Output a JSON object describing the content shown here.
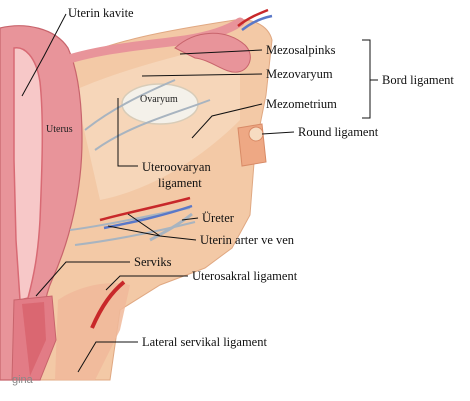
{
  "labels": {
    "uterin_kavite": "Uterin kavite",
    "mezosalpinks": "Mezosalpinks",
    "mezovaryum": "Mezovaryum",
    "bord_ligament": "Bord ligament",
    "ovaryum": "Ovaryum",
    "uterus": "Uterus",
    "mezometrium": "Mezometrium",
    "round_ligament": "Round ligament",
    "uteroovaryan_line1": "Uteroovaryan",
    "uteroovaryan_line2": "ligament",
    "ureter": "Üreter",
    "uterin_arter_ven": "Uterin arter ve ven",
    "serviks": "Serviks",
    "uterosakral_ligament": "Uterosakral ligament",
    "lateral_servikal_ligament": "Lateral servikal ligament"
  },
  "watermark": "gina",
  "colors": {
    "uterus_wall": "#e8949a",
    "uterus_dark": "#c8646c",
    "ligament": "#f3c9a6",
    "ligament_light": "#f7dcc2",
    "ovary": "#f4f1ea",
    "artery": "#c8282a",
    "vein": "#5a78c8",
    "vessel_grey": "#a8b4c0",
    "leader_line": "#111111"
  }
}
